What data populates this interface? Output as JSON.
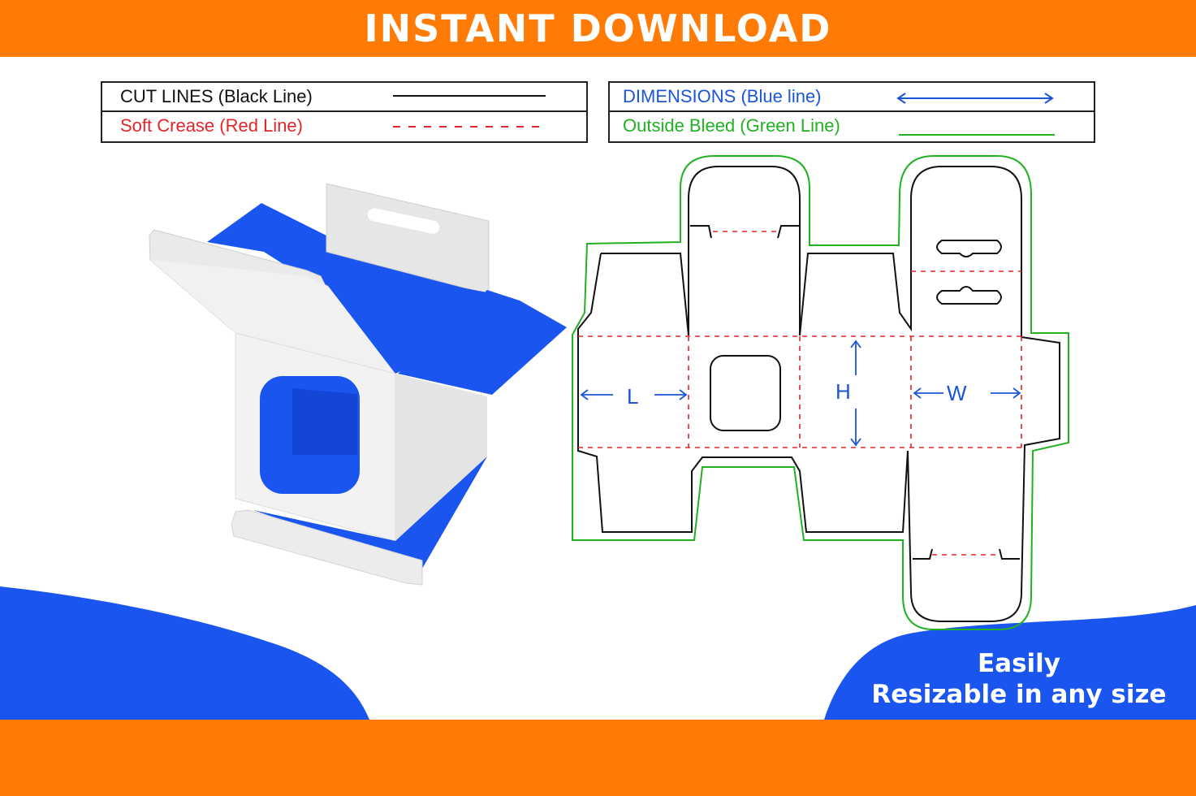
{
  "banner": {
    "title": "INSTANT DOWNLOAD"
  },
  "legend_left": {
    "cut_lines": "CUT LINES (Black Line)",
    "soft_crease": "Soft Crease (Red Line)"
  },
  "legend_right": {
    "dimensions": "DIMENSIONS (Blue line)",
    "outside_bleed": "Outside Bleed (Green Line)"
  },
  "dieline": {
    "length_label": "L",
    "height_label": "H",
    "width_label": "W"
  },
  "promo": {
    "line1": "Easily",
    "line2": "Resizable in any size"
  },
  "colors": {
    "orange": "#ff7b06",
    "blue": "#1b55f0",
    "cut": "#111111",
    "crease": "#e0262b",
    "dimension": "#1b55d8",
    "bleed": "#22b123"
  },
  "icons": {
    "arrow": "double-arrow-icon"
  }
}
